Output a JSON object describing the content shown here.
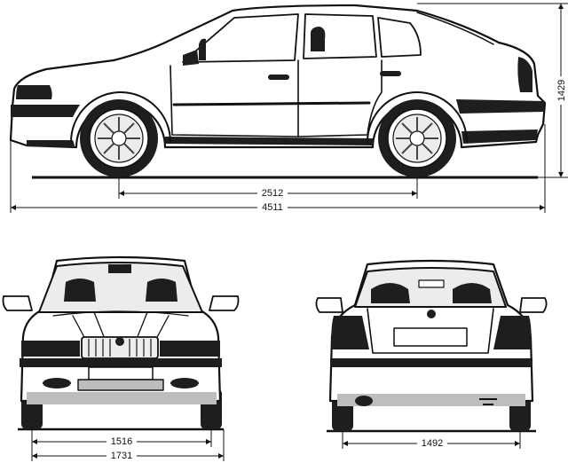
{
  "dimensions": {
    "height": "1429",
    "wheelbase": "2512",
    "length": "4511",
    "front_track": "1516",
    "width": "1731",
    "rear_track": "1492"
  }
}
